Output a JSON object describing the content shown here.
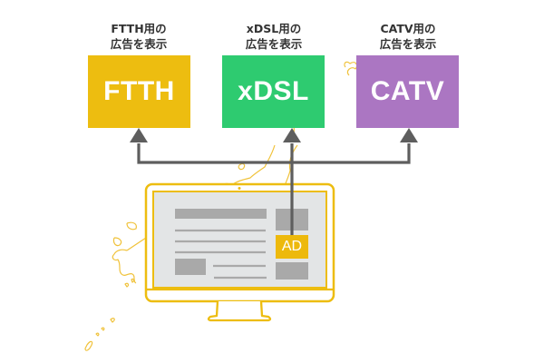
{
  "colors": {
    "ftth": "#edbd10",
    "xdsl": "#2ecb70",
    "catv": "#ab76c2",
    "arrow": "#5e5e5e",
    "monitor": "#edbd10",
    "screen_bg": "#e3e5e6",
    "placeholder": "#a9a9a9"
  },
  "targets": [
    {
      "caption_line1": "FTTH用の",
      "caption_line2": "広告を表示",
      "label": "FTTH"
    },
    {
      "caption_line1": "xDSL用の",
      "caption_line2": "広告を表示",
      "label": "xDSL"
    },
    {
      "caption_line1": "CATV用の",
      "caption_line2": "広告を表示",
      "label": "CATV"
    }
  ],
  "monitor": {
    "ad_label": "AD"
  }
}
